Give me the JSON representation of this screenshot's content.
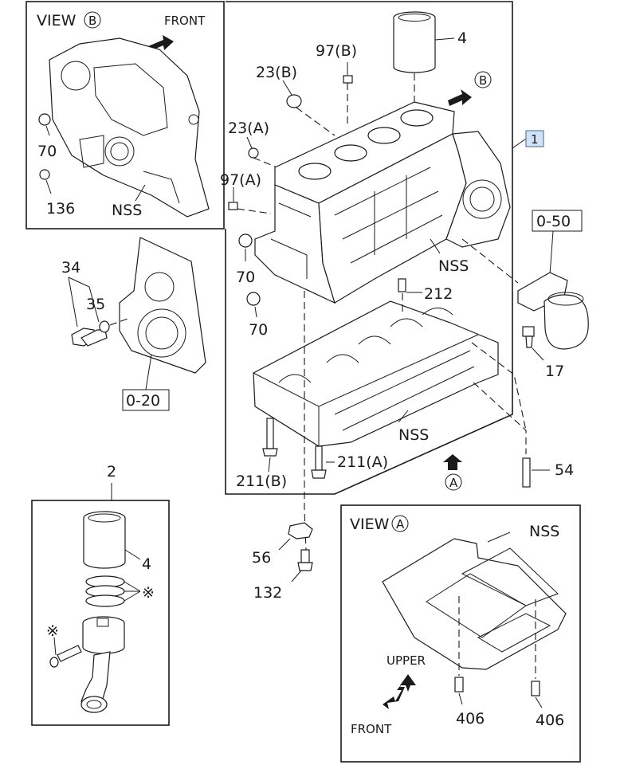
{
  "insets": {
    "view_b": {
      "title": "VIEW",
      "letter": "B",
      "front": "FRONT"
    },
    "view_a": {
      "title": "VIEW",
      "letter": "A",
      "upper": "UPPER",
      "front": "FRONT"
    }
  },
  "labels": {
    "p1": "1",
    "p2": "2",
    "p4_top": "4",
    "p4_inset": "4",
    "p97b": "97(B)",
    "p23b": "23(B)",
    "p23a": "23(A)",
    "p97a": "97(A)",
    "view_b_marker": "B",
    "view_a_marker": "A",
    "p70_inset": "70",
    "p136": "136",
    "nss_view_b": "NSS",
    "nss_block": "NSS",
    "nss_case": "NSS",
    "nss_view_a": "NSS",
    "p70_a": "70",
    "p70_b": "70",
    "p34": "34",
    "p35": "35",
    "ref_020": "0-20",
    "ref_050": "0-50",
    "p212": "212",
    "p17": "17",
    "p211a": "211(A)",
    "p211b": "211(B)",
    "p54": "54",
    "p56": "56",
    "p132": "132",
    "p406_left": "406",
    "p406_right": "406",
    "star_rings": "※",
    "star_pin": "※"
  },
  "colors": {
    "callout_fill": "#cfe3f5",
    "callout_stroke": "#5a7fa8",
    "line": "#1a1a1a"
  }
}
